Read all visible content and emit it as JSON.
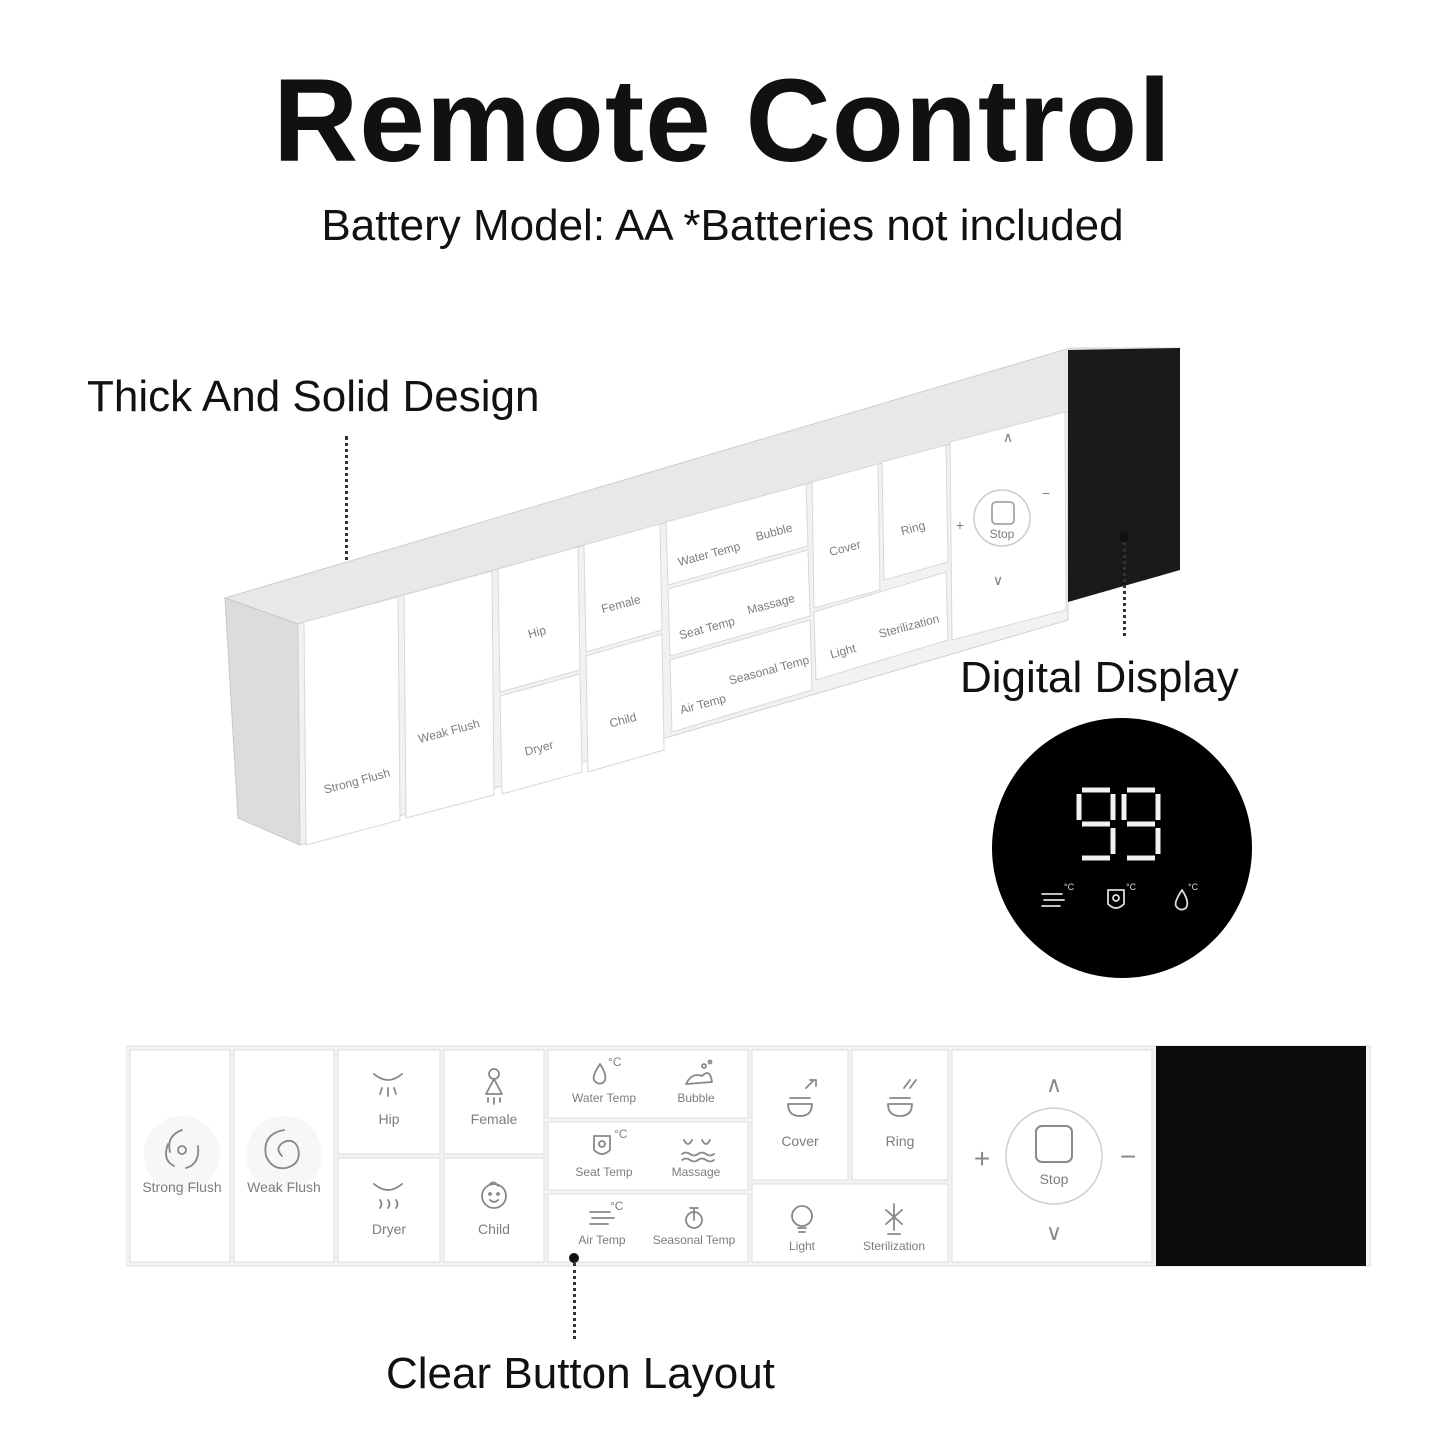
{
  "header": {
    "title": "Remote Control",
    "subtitle": "Battery Model: AA  *Batteries not included"
  },
  "callouts": {
    "thick": "Thick And Solid Design",
    "display": "Digital Display",
    "layout": "Clear Button Layout"
  },
  "display_readout": {
    "value": "99",
    "icons": [
      "air-temp-icon",
      "seat-temp-icon",
      "water-temp-icon"
    ],
    "unit": "°C"
  },
  "remote": {
    "buttons": {
      "strong_flush": "Strong Flush",
      "weak_flush": "Weak Flush",
      "hip": "Hip",
      "female": "Female",
      "dryer": "Dryer",
      "child": "Child",
      "water_temp": "Water Temp",
      "bubble": "Bubble",
      "seat_temp": "Seat Temp",
      "massage": "Massage",
      "air_temp": "Air Temp",
      "seasonal_temp": "Seasonal Temp",
      "cover": "Cover",
      "ring": "Ring",
      "light": "Light",
      "sterilization": "Sterilization",
      "stop": "Stop",
      "plus": "+",
      "minus": "−",
      "up": "∧",
      "down": "∨",
      "deg": "°C"
    },
    "colors": {
      "panel": "#f4f4f4",
      "button": "#ffffff",
      "screen": "#0b0b0b",
      "label": "#7d7d7d"
    }
  }
}
